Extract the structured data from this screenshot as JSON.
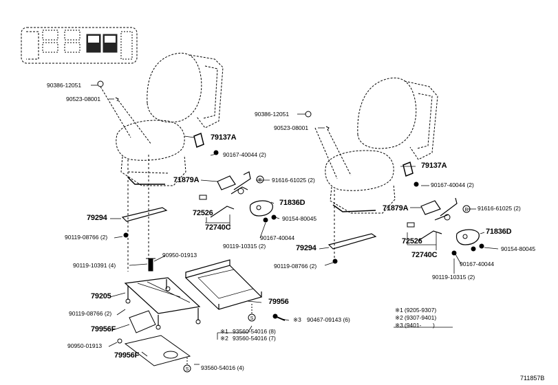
{
  "figure_id": "711857B",
  "labels": {
    "p90386_l": "90386-12051",
    "p90523_l": "90523-08001",
    "p79137_l": "79137A",
    "p90167a_l": "90167-40044 (2)",
    "p71879_l": "71879A",
    "p91616_l": "91616-61025 (2)",
    "p79294_l": "79294",
    "p72526_l": "72526",
    "p71836_l": "71836D",
    "p90154_l": "90154-80045",
    "p90167b_l": "90167-40044",
    "p72740_l": "72740C",
    "p90119_10315_l": "90119-10315 (2)",
    "p90119_08766_l": "90119-08766 (2)",
    "p90119_10391": "90119-10391 (4)",
    "p90950_a": "90950-01913",
    "p79205": "79205",
    "p90119_08766_b": "90119-08766 (2)",
    "p79956_a": "79956F",
    "p90950_b": "90950-01913",
    "p79956_b": "79956F",
    "p93560_4": "93560-54016 (4)",
    "p79956_c": "79956",
    "p93560_8": "93560-54016 (8)",
    "p93560_7": "93560-54016 (7)",
    "p90467": "90467-09143 (6)",
    "mark1": "※1",
    "mark2": "※2",
    "mark3": "※3",
    "p90386_r": "90386-12051",
    "p90523_r": "90523-08001",
    "p79137_r": "79137A",
    "p90167a_r": "90167-40044 (2)",
    "p71879_r": "71879A",
    "p91616_r": "91616-61025 (2)",
    "p79294_r": "79294",
    "p72526_r": "72526",
    "p71836_r": "71836D",
    "p90154_r": "90154-80045",
    "p90167b_r": "90167-40044",
    "p72740_r": "72740C",
    "p90119_10315_r": "90119-10315 (2)",
    "p90119_08766_r": "90119-08766 (2)"
  },
  "legend": [
    {
      "mark": "※1",
      "range": "(9205-9307)"
    },
    {
      "mark": "※2",
      "range": "(9307-9401)"
    },
    {
      "mark": "※3",
      "range": "(9401-       )"
    }
  ],
  "markers": {
    "s": "S",
    "b": "B"
  }
}
